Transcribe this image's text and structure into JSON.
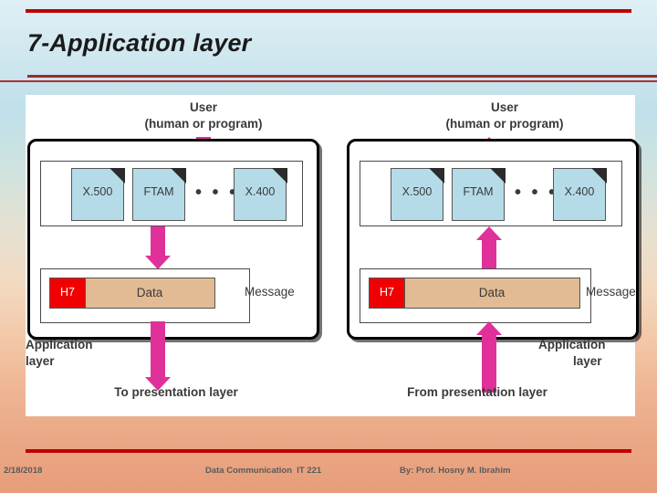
{
  "slide": {
    "title": "7-Application layer"
  },
  "figure": {
    "left_column": {
      "user_label_line1": "User",
      "user_label_line2": "(human or program)",
      "docs": [
        {
          "label": "X.500"
        },
        {
          "label": "FTAM"
        },
        {
          "label": "X.400"
        }
      ],
      "ellipsis": "• • •",
      "message": {
        "header": "H7",
        "data": "Data",
        "caption": "Message"
      },
      "layer_label_line1": "Application",
      "layer_label_line2": "layer",
      "direction_label": "To presentation layer"
    },
    "right_column": {
      "user_label_line1": "User",
      "user_label_line2": "(human or program)",
      "docs": [
        {
          "label": "X.500"
        },
        {
          "label": "FTAM"
        },
        {
          "label": "X.400"
        }
      ],
      "ellipsis": "• • •",
      "message": {
        "header": "H7",
        "data": "Data",
        "caption": "Message"
      },
      "layer_label_line1": "Application",
      "layer_label_line2": "layer",
      "direction_label": "From presentation layer"
    },
    "colors": {
      "arrow": "#e0319a",
      "document": "#b5dbe8",
      "header": "#f00000",
      "data": "#e2bb94",
      "rule": "#c00000"
    }
  },
  "footer": {
    "date": "2/18/2018",
    "center": "Data Communication  IT 221",
    "right": "By: Prof. Hosny M. Ibrahim"
  }
}
